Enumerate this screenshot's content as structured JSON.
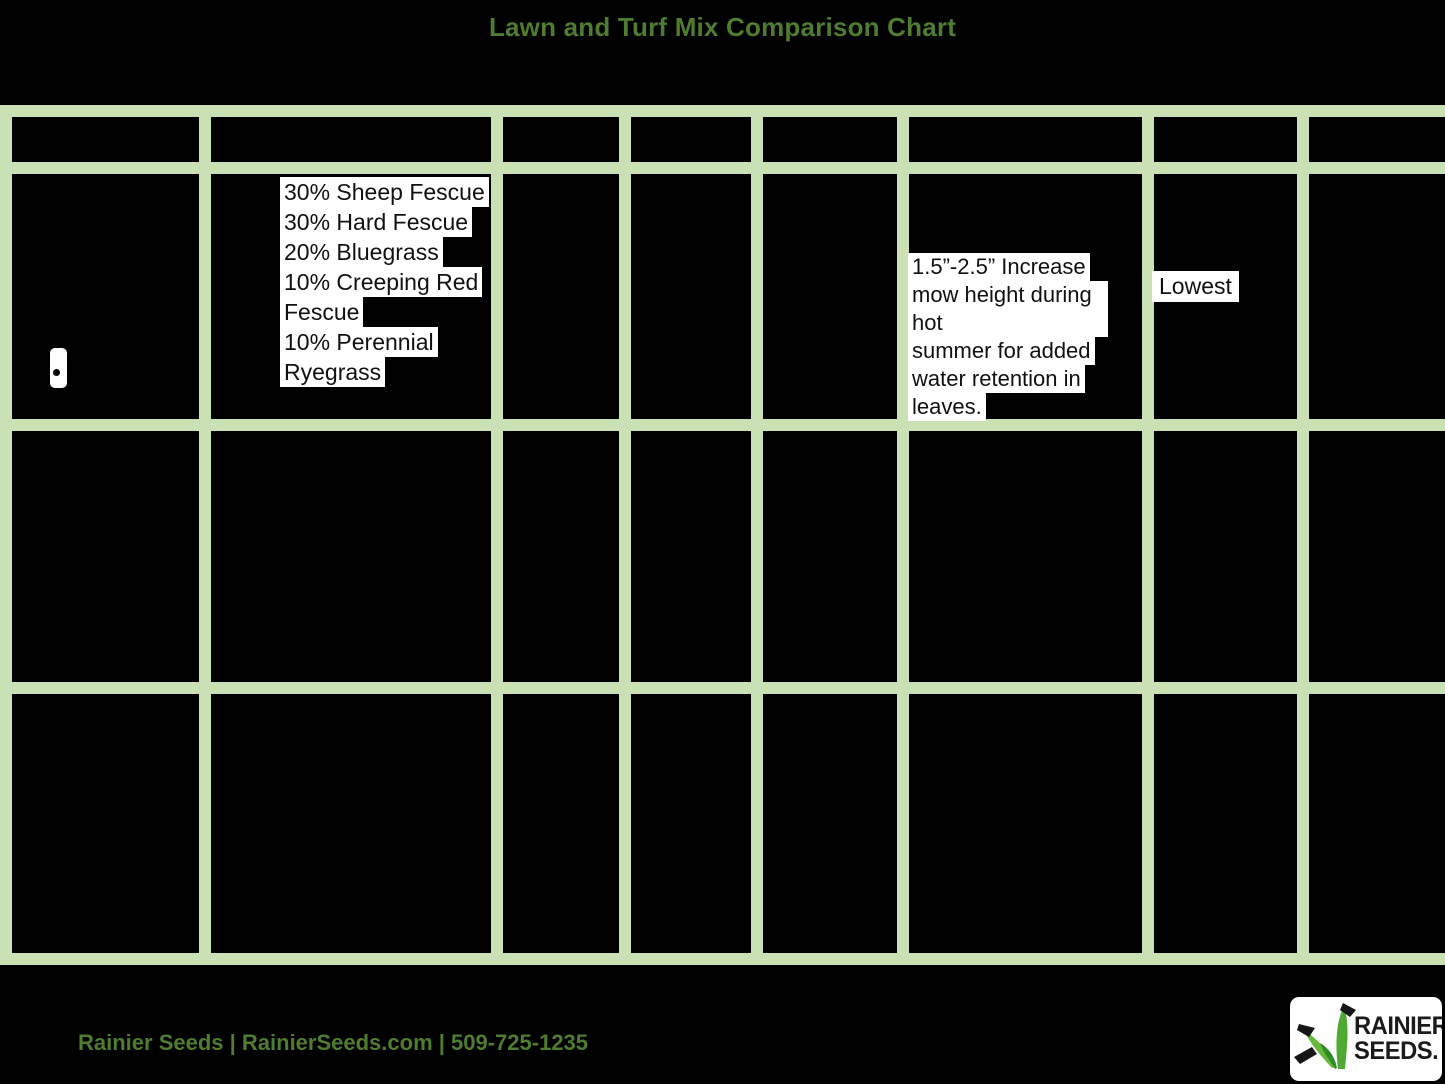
{
  "title": "Lawn and Turf Mix Comparison Chart",
  "table": {
    "grid": {
      "rows": 4,
      "cols": 8
    },
    "note": "all other cells redacted/black",
    "row1": {
      "composition_lines": [
        "30% Sheep Fescue",
        "30% Hard Fescue",
        "20% Bluegrass",
        "10% Creeping Red",
        "Fescue",
        "10% Perennial",
        "Ryegrass"
      ],
      "mow_height_lines": [
        "1.5”-2.5” Increase",
        "mow height during hot",
        "summer for added",
        "water retention in",
        "leaves."
      ],
      "maintenance": "Lowest"
    }
  },
  "footer": {
    "text": "Rainier Seeds | RainierSeeds.com | 509-725-1235"
  },
  "logo": {
    "line1": "RAINIER",
    "line2": "SEEDS."
  },
  "colors": {
    "grid_green": "#c9e1b5",
    "accent_green": "#4e7c30",
    "cell_black": "#000000",
    "highlight_white": "#ffffff",
    "logo_leaf_green": "#4fa932",
    "logo_leaf_light": "#6fbf44"
  }
}
